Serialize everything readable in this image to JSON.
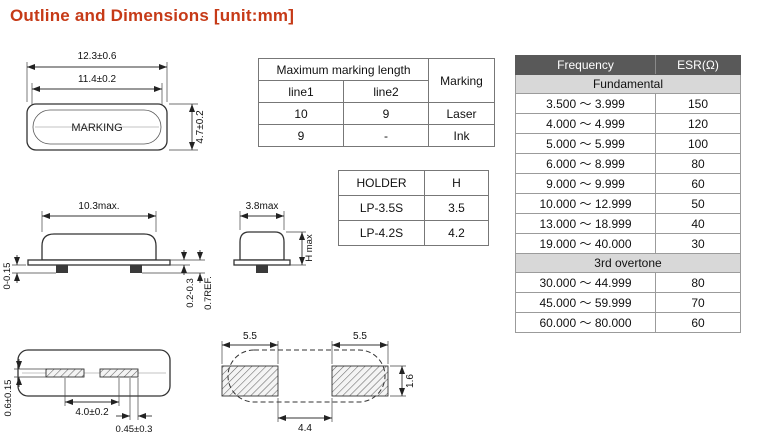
{
  "page": {
    "title": "Outline and Dimensions [unit:mm]"
  },
  "colors": {
    "accent": "#c63a17",
    "esr_header_bg": "#595959",
    "esr_header_text": "#ffffff",
    "esr_subheader_bg": "#d8d8d8"
  },
  "drawings": {
    "top_view": {
      "dim_outer_width": "12.3±0.6",
      "dim_inner_width": "11.4±0.2",
      "dim_height": "4.7±0.2",
      "marking_label": "MARKING"
    },
    "side_view": {
      "dim_body_width": "10.3max.",
      "dim_standoff": "0-0.15",
      "dim_lead_thickness": "0.2-0.3",
      "dim_base_height": "0.7REF."
    },
    "end_view": {
      "dim_body_depth": "3.8max",
      "dim_height": "H max"
    },
    "bottom_view": {
      "dim_lead_pitch": "4.0±0.2",
      "dim_lead_width": "0.45±0.3",
      "dim_lead_height": "0.6±0.15"
    },
    "land_pattern": {
      "dim_pad_width_left": "5.5",
      "dim_pad_width_right": "5.5",
      "dim_pad_gap": "4.4",
      "dim_pad_height": "1.6"
    }
  },
  "marking_table": {
    "title": "Maximum marking length",
    "marking_col": "Marking",
    "col_line1": "line1",
    "col_line2": "line2",
    "rows": [
      {
        "line1": "10",
        "line2": "9",
        "marking": "Laser"
      },
      {
        "line1": "9",
        "line2": "-",
        "marking": "Ink"
      }
    ]
  },
  "holder_table": {
    "col_holder": "HOLDER",
    "col_h": "H",
    "rows": [
      {
        "holder": "LP-3.5S",
        "h": "3.5"
      },
      {
        "holder": "LP-4.2S",
        "h": "4.2"
      }
    ]
  },
  "esr_table": {
    "col_frequency": "Frequency",
    "col_esr": "ESR(Ω)",
    "sections": [
      {
        "label": "Fundamental",
        "rows": [
          {
            "frequency": "3.500 〜 3.999",
            "esr": "150"
          },
          {
            "frequency": "4.000 〜 4.999",
            "esr": "120"
          },
          {
            "frequency": "5.000 〜 5.999",
            "esr": "100"
          },
          {
            "frequency": "6.000 〜 8.999",
            "esr": "80"
          },
          {
            "frequency": "9.000 〜 9.999",
            "esr": "60"
          },
          {
            "frequency": "10.000 〜 12.999",
            "esr": "50"
          },
          {
            "frequency": "13.000 〜 18.999",
            "esr": "40"
          },
          {
            "frequency": "19.000 〜 40.000",
            "esr": "30"
          }
        ]
      },
      {
        "label": "3rd overtone",
        "rows": [
          {
            "frequency": "30.000 〜 44.999",
            "esr": "80"
          },
          {
            "frequency": "45.000 〜 59.999",
            "esr": "70"
          },
          {
            "frequency": "60.000 〜 80.000",
            "esr": "60"
          }
        ]
      }
    ]
  }
}
